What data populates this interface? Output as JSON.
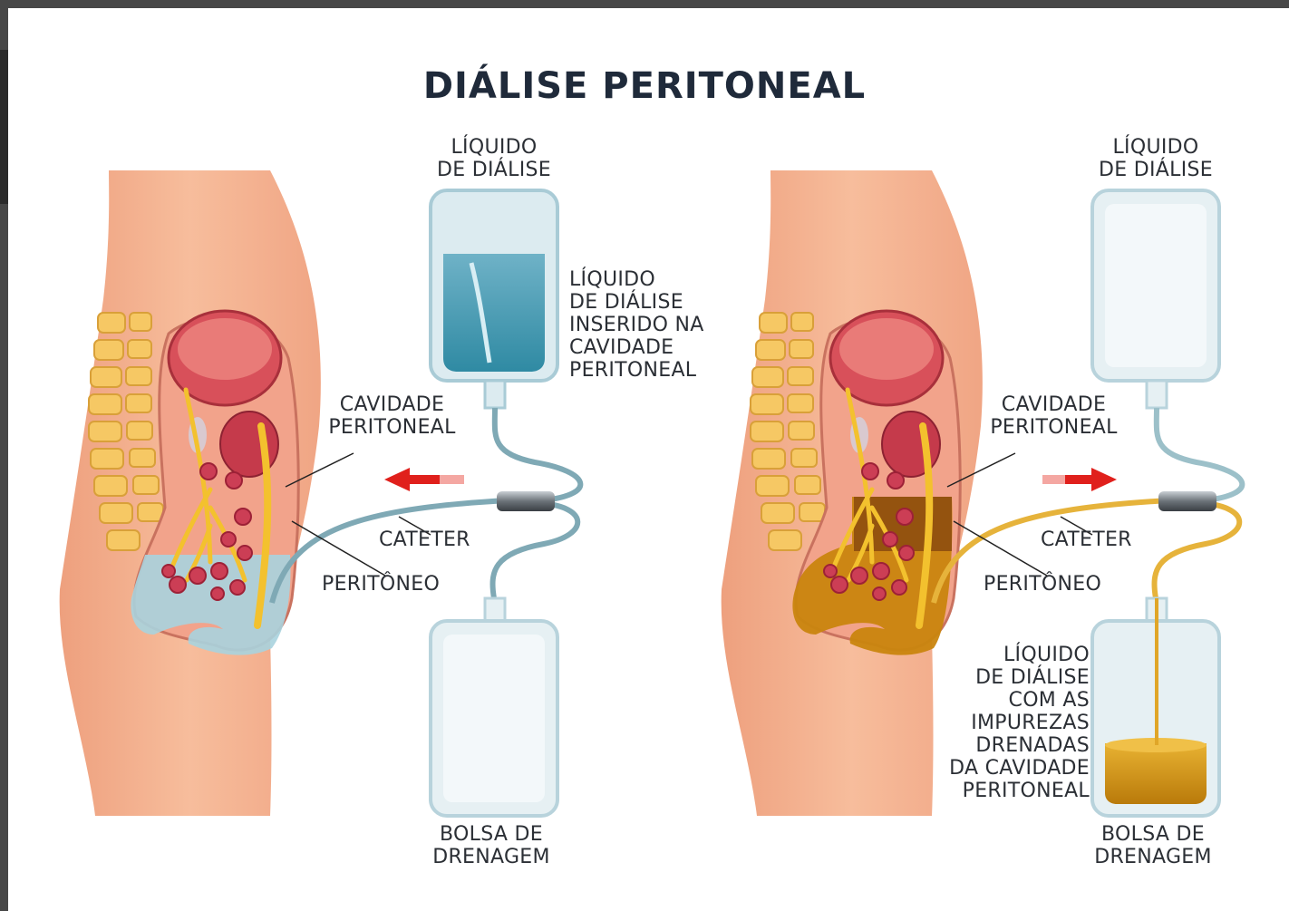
{
  "title": "DIÁLISE PERITONEAL",
  "left_panel": {
    "bag_top_label": "LÍQUIDO\nDE DIÁLISE",
    "inserted_label": "LÍQUIDO\nDE DIÁLISE\nINSERIDO NA\nCAVIDADE\nPERITONEAL",
    "cavity_label": "CAVIDADE\nPERITONEAL",
    "catheter_label": "CATETER",
    "peritoneum_label": "PERITÔNEO",
    "bag_bottom_label": "BOLSA DE\nDRENAGEM"
  },
  "right_panel": {
    "bag_top_label": "LÍQUIDO\nDE DIÁLISE",
    "cavity_label": "CAVIDADE\nPERITONEAL",
    "catheter_label": "CATETER",
    "peritoneum_label": "PERITÔNEO",
    "drained_label": "LÍQUIDO\nDE DIÁLISE\nCOM AS\nIMPUREZAS\nDRENADAS\nDA CAVIDADE\nPERITONEAL",
    "bag_bottom_label": "BOLSA DE\nDRENAGEM"
  },
  "colors": {
    "skin": "#f4b08e",
    "dialysate": "#8cc6d6",
    "waste": "#d99a17",
    "arrow": "#e0201c"
  }
}
